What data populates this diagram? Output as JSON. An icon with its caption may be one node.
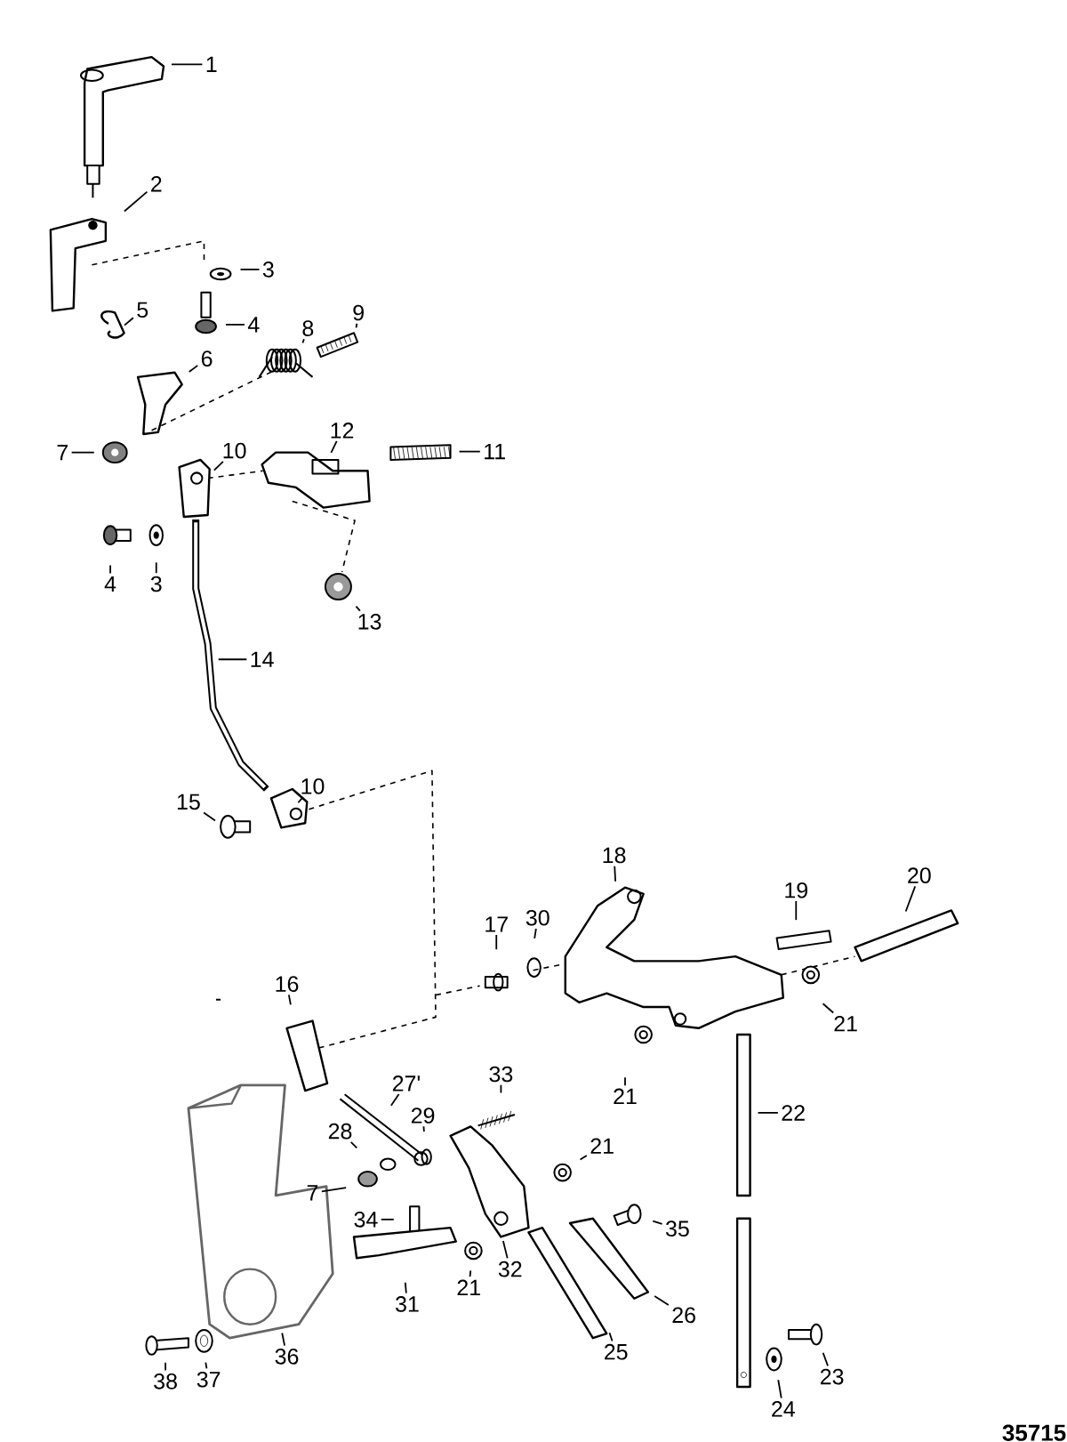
{
  "diagram": {
    "nodes": [
      {
        "text": [
          "1"
        ]
      },
      {
        "text": [
          "2"
        ]
      },
      {
        "text": [
          "3"
        ]
      },
      {
        "text": [
          "4"
        ]
      },
      {
        "text": [
          "5"
        ]
      },
      {
        "text": [
          "8"
        ]
      },
      {
        "text": [
          "9"
        ]
      },
      {
        "text": [
          "6"
        ]
      },
      {
        "text": [
          "7"
        ]
      },
      {
        "text": [
          "10"
        ]
      },
      {
        "text": [
          "12"
        ]
      },
      {
        "text": [
          "11"
        ]
      },
      {
        "text": [
          "4"
        ]
      },
      {
        "text": [
          "3"
        ]
      },
      {
        "text": [
          "13"
        ]
      },
      {
        "text": [
          "14"
        ]
      },
      {
        "text": [
          "15"
        ]
      },
      {
        "text": [
          "10"
        ]
      },
      {
        "text": [
          "18"
        ]
      },
      {
        "text": [
          "20"
        ]
      },
      {
        "text": [
          "19"
        ]
      },
      {
        "text": [
          "17"
        ]
      },
      {
        "text": [
          "30"
        ]
      },
      {
        "text": [
          "16"
        ]
      },
      {
        "text": [
          "21"
        ]
      },
      {
        "text": [
          "21"
        ]
      },
      {
        "text": [
          "33"
        ]
      },
      {
        "text": [
          "27'"
        ]
      },
      {
        "text": [
          "22"
        ]
      },
      {
        "text": [
          "29"
        ]
      },
      {
        "text": [
          "28"
        ]
      },
      {
        "text": [
          "21"
        ]
      },
      {
        "text": [
          "7"
        ]
      },
      {
        "text": [
          "34"
        ]
      },
      {
        "text": [
          "35"
        ]
      },
      {
        "text": [
          "21"
        ]
      },
      {
        "text": [
          "32"
        ]
      },
      {
        "text": [
          "31"
        ]
      },
      {
        "text": [
          "26"
        ]
      },
      {
        "text": [
          "36"
        ]
      },
      {
        "text": [
          "25"
        ]
      },
      {
        "text": [
          "38"
        ]
      },
      {
        "text": [
          "37"
        ]
      },
      {
        "text": [
          "23"
        ]
      },
      {
        "text": [
          "24"
        ]
      }
    ],
    "edges": [
      {
        "from": 0,
        "to": null,
        "arrow": "none"
      },
      {
        "from": 1,
        "to": null,
        "arrow": "none"
      },
      {
        "from": 2,
        "to": null,
        "arrow": "none"
      },
      {
        "from": 3,
        "to": null,
        "arrow": "none"
      },
      {
        "from": 4,
        "to": null,
        "arrow": "none"
      },
      {
        "from": 5,
        "to": null,
        "arrow": "none"
      },
      {
        "from": 6,
        "to": null,
        "arrow": "none"
      },
      {
        "from": 7,
        "to": null,
        "arrow": "none"
      },
      {
        "from": 8,
        "to": null,
        "arrow": "none"
      },
      {
        "from": 9,
        "to": null,
        "arrow": "none"
      },
      {
        "from": 10,
        "to": null,
        "arrow": "none"
      },
      {
        "from": 11,
        "to": null,
        "arrow": "none"
      },
      {
        "from": 12,
        "to": null,
        "arrow": "none"
      },
      {
        "from": 13,
        "to": null,
        "arrow": "none"
      },
      {
        "from": 14,
        "to": null,
        "arrow": "none"
      },
      {
        "from": 15,
        "to": null,
        "arrow": "none"
      },
      {
        "from": 16,
        "to": null,
        "arrow": "none"
      },
      {
        "from": 17,
        "to": null,
        "arrow": "none"
      },
      {
        "from": 18,
        "to": null,
        "arrow": "none"
      },
      {
        "from": 19,
        "to": null,
        "arrow": "none"
      },
      {
        "from": 20,
        "to": null,
        "arrow": "none"
      },
      {
        "from": 21,
        "to": null,
        "arrow": "none"
      },
      {
        "from": 22,
        "to": null,
        "arrow": "none"
      },
      {
        "from": 23,
        "to": null,
        "arrow": "none"
      },
      {
        "from": 24,
        "to": null,
        "arrow": "none"
      },
      {
        "from": 25,
        "to": null,
        "arrow": "none"
      },
      {
        "from": 26,
        "to": null,
        "arrow": "none"
      },
      {
        "from": 27,
        "to": null,
        "arrow": "none"
      },
      {
        "from": 28,
        "to": null,
        "arrow": "none"
      },
      {
        "from": 29,
        "to": null,
        "arrow": "none"
      },
      {
        "from": 30,
        "to": null,
        "arrow": "none"
      },
      {
        "from": 31,
        "to": null,
        "arrow": "none"
      },
      {
        "from": 32,
        "to": null,
        "arrow": "none"
      },
      {
        "from": 33,
        "to": null,
        "arrow": "none"
      },
      {
        "from": 34,
        "to": null,
        "arrow": "none"
      },
      {
        "from": 35,
        "to": null,
        "arrow": "none"
      },
      {
        "from": 36,
        "to": null,
        "arrow": "none"
      },
      {
        "from": 37,
        "to": null,
        "arrow": "none"
      },
      {
        "from": 38,
        "to": null,
        "arrow": "none"
      },
      {
        "from": 39,
        "to": null,
        "arrow": "none"
      },
      {
        "from": 40,
        "to": null,
        "arrow": "none"
      },
      {
        "from": 41,
        "to": null,
        "arrow": "none"
      },
      {
        "from": 42,
        "to": null,
        "arrow": "none"
      },
      {
        "from": 43,
        "to": null,
        "arrow": "none"
      },
      {
        "from": 44,
        "to": null,
        "arrow": "none"
      }
    ],
    "labels": [
      "35715"
    ]
  }
}
